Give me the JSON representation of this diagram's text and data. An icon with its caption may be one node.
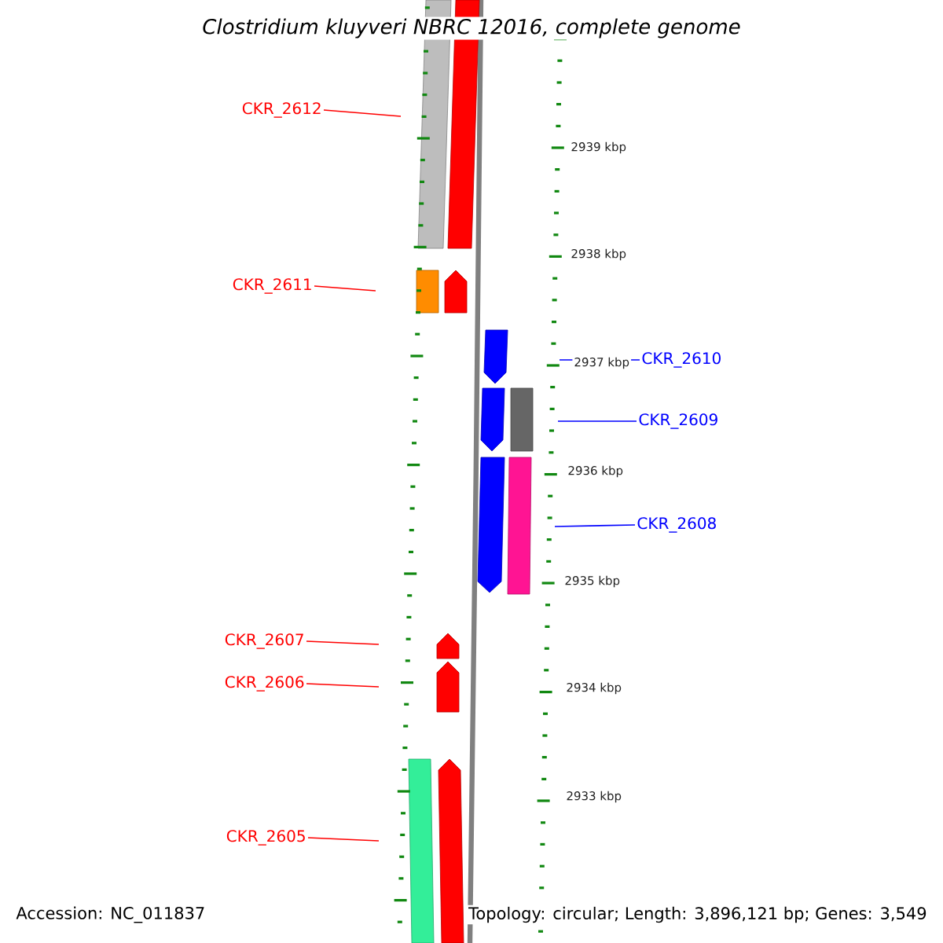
{
  "diagram": {
    "title": "Clostridium kluyveri NBRC 12016, complete genome",
    "nodes": [
      {
        "text": [
          "CKR_2612"
        ]
      },
      {
        "text": [
          "CKR_2611"
        ]
      },
      {
        "text": [
          "CKR_2610"
        ]
      },
      {
        "text": [
          "CKR_2609"
        ]
      },
      {
        "text": [
          "CKR_2608"
        ]
      },
      {
        "text": [
          "CKR_2607"
        ]
      },
      {
        "text": [
          "CKR_2606"
        ]
      },
      {
        "text": [
          "CKR_2605"
        ]
      }
    ],
    "edges": [
      {
        "from": 0,
        "to": null,
        "arrow": "none"
      },
      {
        "from": 1,
        "to": null,
        "arrow": "none"
      },
      {
        "from": 2,
        "to": null,
        "arrow": "none",
        "color": "#0000ff"
      },
      {
        "from": 3,
        "to": null,
        "arrow": "none",
        "color": "#0000ff"
      },
      {
        "from": 4,
        "to": null,
        "arrow": "none",
        "color": "#0000ff"
      },
      {
        "from": 5,
        "to": null,
        "arrow": "none"
      },
      {
        "from": 6,
        "to": null,
        "arrow": "none"
      },
      {
        "from": 7,
        "to": null,
        "arrow": "none"
      }
    ],
    "labels": [
      "2939 kbp",
      "2938 kbp",
      "2937 kbp",
      "2936 kbp",
      "2935 kbp",
      "2934 kbp",
      "2933 kbp",
      "Accession: NC_011837",
      "Topology: circular; Length: 3,896,121 bp; Genes: 3,549"
    ]
  }
}
